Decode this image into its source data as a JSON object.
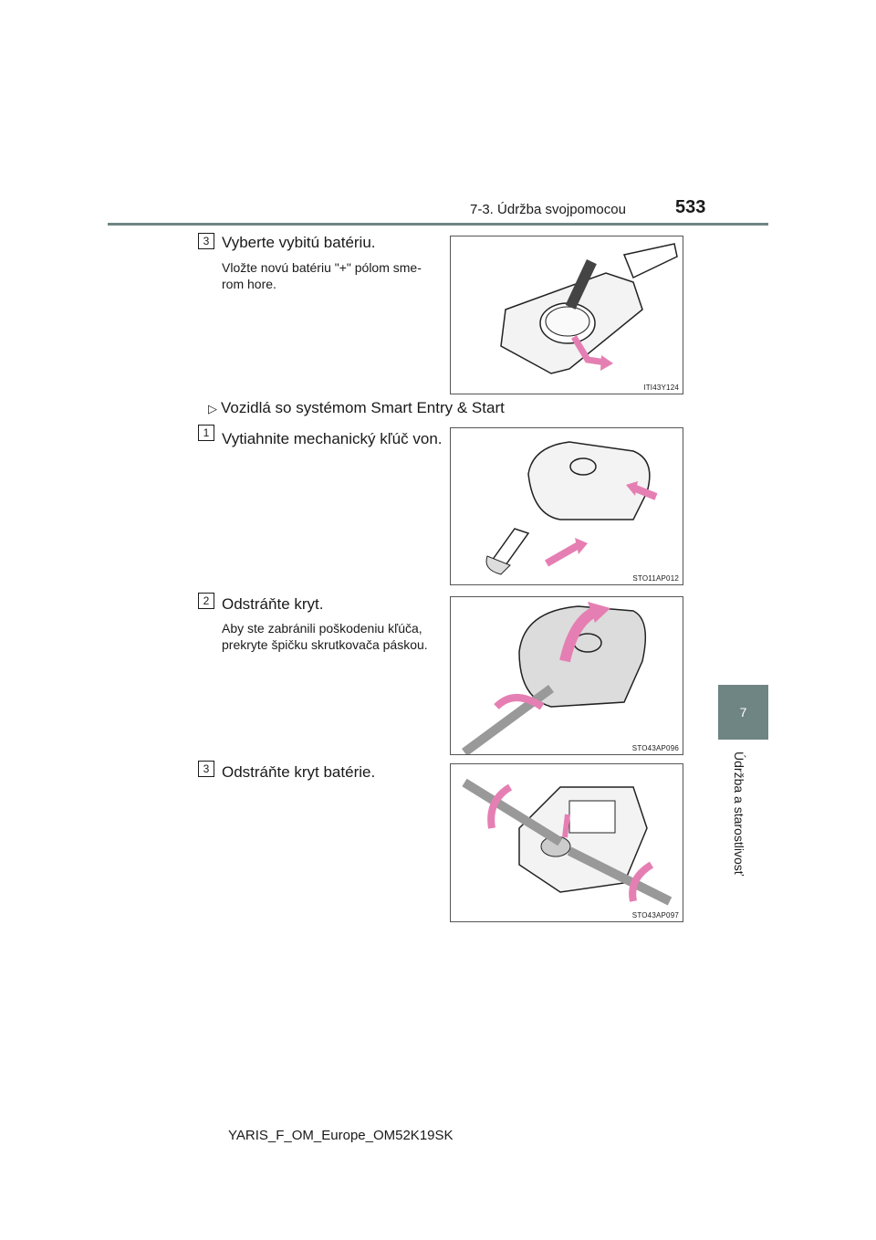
{
  "header": {
    "section": "7-3. Údržba svojpomocou",
    "page": "533"
  },
  "chapter": {
    "number": "7",
    "label": "Údržba a starostlivosť"
  },
  "steps_top": [
    {
      "num": "3",
      "title": "Vyberte vybitú batériu.",
      "note": "Vložte novú batériu \"+\" pólom sme-rom hore.",
      "fig_id": "ITI43Y124"
    }
  ],
  "bullet_heading": "Vozidlá so systémom Smart Entry & Start",
  "steps_bottom": [
    {
      "num": "1",
      "title": "Vytiahnite mechanický kľúč von.",
      "note": "",
      "fig_id": "STO11AP012"
    },
    {
      "num": "2",
      "title": "Odstráňte kryt.",
      "note": "Aby ste zabránili poškodeniu kľúča, prekryte špičku skrutkovača páskou.",
      "fig_id": "STO43AP096"
    },
    {
      "num": "3",
      "title": "Odstráňte kryt batérie.",
      "note": "",
      "fig_id": "STO43AP097"
    }
  ],
  "footer": {
    "code": "YARIS_F_OM_Europe_OM52K19SK"
  },
  "colors": {
    "accent": "#6f8584",
    "arrow_pink": "#e57fb3"
  }
}
